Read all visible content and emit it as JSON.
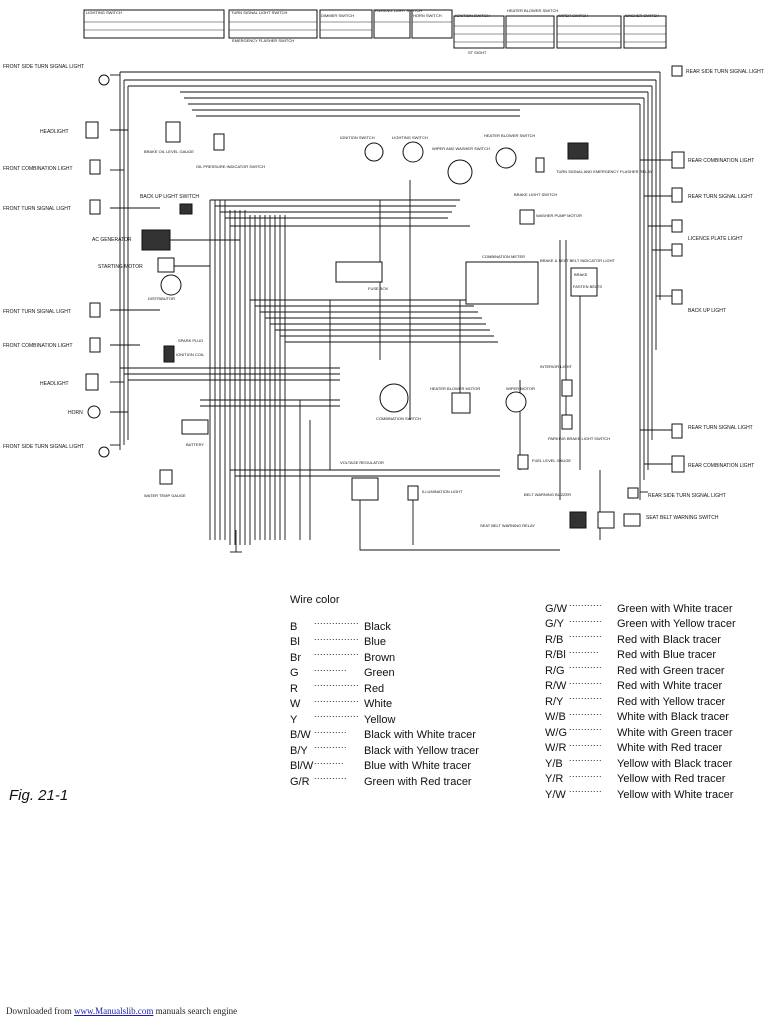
{
  "header_switches": [
    "LIGHTING SWITCH",
    "TURN SIGNAL LIGHT SWITCH",
    "DIMMER SWITCH",
    "PASSING LIGHT SWITCH",
    "HORN SWITCH",
    "IGNITION SWITCH",
    "HEATER BLOWER SWITCH",
    "WIPER SWITCH",
    "WASHER SWITCH"
  ],
  "header_sub": {
    "emergency": "EMERGENCY FLASHER SWITCH",
    "st": "ST SIGHT"
  },
  "left_labels": [
    "FRONT SIDE TURN SIGNAL LIGHT",
    "HEADLIGHT",
    "FRONT COMBINATION LIGHT",
    "FRONT TURN SIGNAL LIGHT",
    "AC GENERATOR",
    "STARTING MOTOR",
    "FRONT TURN SIGNAL LIGHT",
    "FRONT COMBINATION LIGHT",
    "HEADLIGHT",
    "HORN",
    "FRONT SIDE TURN SIGNAL LIGHT"
  ],
  "right_labels": [
    "REAR SIDE TURN SIGNAL LIGHT",
    "REAR COMBINATION LIGHT",
    "REAR TURN SIGNAL LIGHT",
    "LICENCE PLATE LIGHT",
    "BACK UP LIGHT",
    "REAR TURN SIGNAL LIGHT",
    "REAR COMBINATION LIGHT",
    "REAR SIDE TURN SIGNAL LIGHT",
    "SEAT BELT WARNING SWITCH"
  ],
  "center_labels": {
    "brake_oil": "BRAKE OIL LEVEL GAUGE",
    "oil_pressure": "OIL PRESSURE INDICATOR SWITCH",
    "back_up_switch": "BACK UP LIGHT SWITCH",
    "ignition": "IGNITION SWITCH",
    "lighting": "LIGHTING SWITCH",
    "wiper_washer": "WIPER AND WASHER SWITCH",
    "heater_switch": "HEATER BLOWER SWITCH",
    "turn_relay": "TURN SIGNAL AND EMERGENCY FLASHER RELAY",
    "brake_switch": "BRAKE LIGHT SWITCH",
    "washer_pump": "WASHER PUMP MOTOR",
    "distributor": "DISTRIBUTOR",
    "spark_plug": "SPARK PLUG",
    "ignition_coil": "IGNITION COIL",
    "fuse_box": "FUSE BOX",
    "combination_meter": "COMBINATION METER",
    "brake_seatbelt": "BRAKE & SEAT BELT INDICATOR LIGHT",
    "brake_word": "BRAKE",
    "fasten_belts": "FASTEN BELTS",
    "interior": "INTERIOR LIGHT",
    "heater_motor": "HEATER BLOWER MOTOR",
    "wiper_motor": "WIPER MOTOR",
    "combination_switch": "COMBINATION SWITCH",
    "parking_brake": "PARKING BRAKE LIGHT SWITCH",
    "battery": "BATTERY",
    "voltage_regulator": "VOLTAGE REGULATOR",
    "illumination": "ILLUMINATION LIGHT",
    "fuel_gauge": "FUEL LEVEL GAUGE",
    "water_temp": "WATER TEMP GAUGE",
    "buzzer": "BELT WARNING BUZZER",
    "relay": "SEAT BELT WARNING RELAY"
  },
  "legend": {
    "title": "Wire color",
    "left": [
      {
        "code": "B",
        "dots": "...............",
        "name": "Black"
      },
      {
        "code": "Bl",
        "dots": "...............",
        "name": "Blue"
      },
      {
        "code": "Br",
        "dots": "...............",
        "name": "Brown"
      },
      {
        "code": "G",
        "dots": "...........",
        "name": "Green"
      },
      {
        "code": "R",
        "dots": "...............",
        "name": "Red"
      },
      {
        "code": "W",
        "dots": "...............",
        "name": "White"
      },
      {
        "code": "Y",
        "dots": "...............",
        "name": "Yellow"
      },
      {
        "code": "B/W",
        "dots": "...........",
        "name": "Black with White tracer"
      },
      {
        "code": "B/Y",
        "dots": "...........",
        "name": "Black with Yellow tracer"
      },
      {
        "code": "Bl/W",
        "dots": "..........",
        "name": "Blue with White tracer"
      },
      {
        "code": "G/R",
        "dots": "...........",
        "name": "Green with Red tracer"
      }
    ],
    "right": [
      {
        "code": "G/W",
        "dots": "...........",
        "name": "Green with White tracer"
      },
      {
        "code": "G/Y",
        "dots": "...........",
        "name": "Green with Yellow tracer"
      },
      {
        "code": "R/B",
        "dots": "...........",
        "name": "Red with Black tracer"
      },
      {
        "code": "R/Bl",
        "dots": "..........",
        "name": "Red with Blue tracer"
      },
      {
        "code": "R/G",
        "dots": "...........",
        "name": "Red with Green tracer"
      },
      {
        "code": "R/W",
        "dots": "...........",
        "name": "Red with White tracer"
      },
      {
        "code": "R/Y",
        "dots": "...........",
        "name": "Red with Yellow tracer"
      },
      {
        "code": "W/B",
        "dots": "...........",
        "name": "White with Black tracer"
      },
      {
        "code": "W/G",
        "dots": "...........",
        "name": "White with Green tracer"
      },
      {
        "code": "W/R",
        "dots": "...........",
        "name": "White with Red tracer"
      },
      {
        "code": "Y/B",
        "dots": "...........",
        "name": "Yellow with Black tracer"
      },
      {
        "code": "Y/R",
        "dots": "...........",
        "name": "Yellow with Red tracer"
      },
      {
        "code": "Y/W",
        "dots": "...........",
        "name": "Yellow with White tracer"
      }
    ]
  },
  "caption": "Fig. 21-1",
  "footer": {
    "prefix": "Downloaded from ",
    "link": "www.Manualslib.com",
    "suffix": " manuals search engine"
  }
}
